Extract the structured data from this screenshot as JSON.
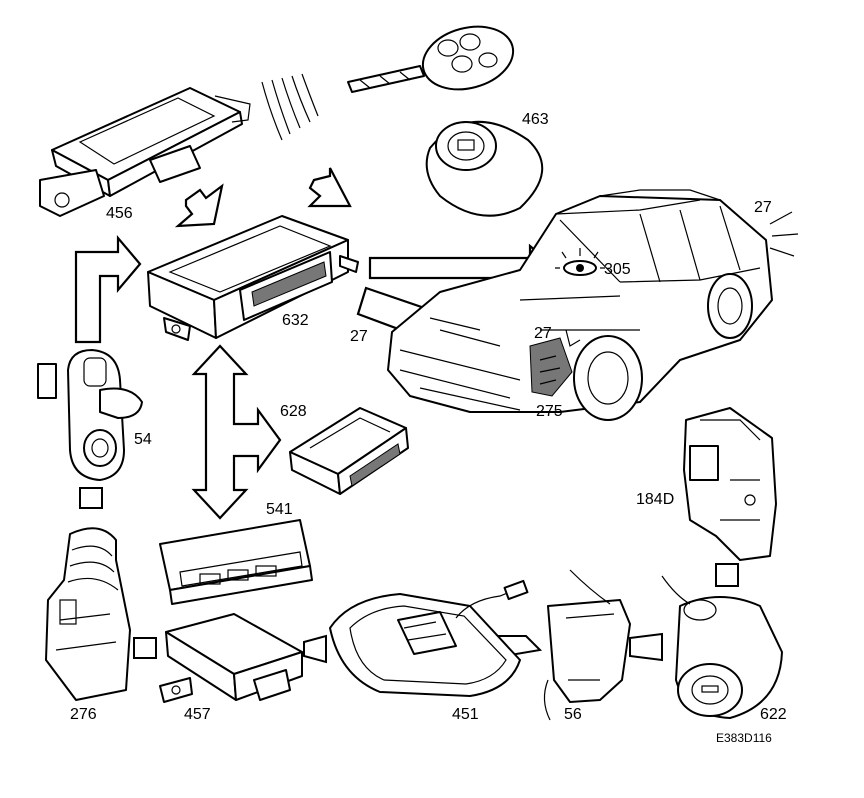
{
  "labels": {
    "p456": "456",
    "p463": "463",
    "p632": "632",
    "p305": "305",
    "p27_top": "27",
    "p27_left": "27",
    "p27_mid": "27",
    "p275": "275",
    "p54": "54",
    "p628": "628",
    "p541": "541",
    "p184D": "184D",
    "p276": "276",
    "p457": "457",
    "p451": "451",
    "p56": "56",
    "p622": "622"
  },
  "reference": "E383D116",
  "colors": {
    "line": "#000000",
    "background": "#ffffff",
    "shading": "#777777"
  }
}
